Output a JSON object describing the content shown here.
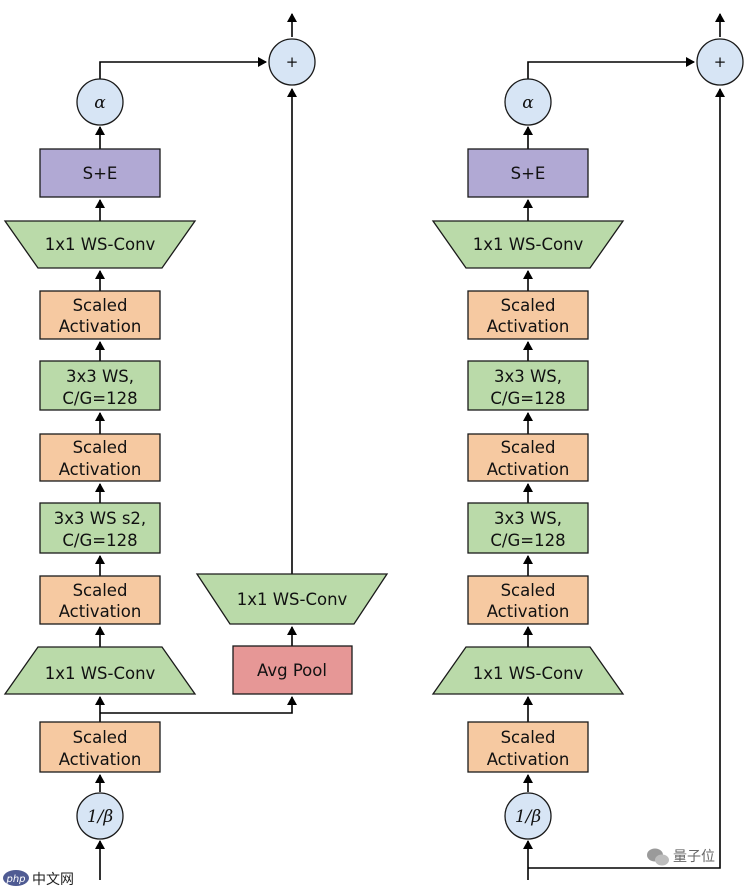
{
  "labels": {
    "se": "S+E",
    "conv1x1": "1x1 WS-Conv",
    "scaled": "Scaled",
    "activation": "Activation",
    "conv3x3_l1": "3x3 WS,",
    "conv3x3_l2": "C/G=128",
    "conv3x3s2_l1": "3x3 WS s2,",
    "conv3x3s2_l2": "C/G=128",
    "avg_pool": "Avg Pool",
    "alpha": "α",
    "inv_beta": "1/β",
    "plus": "+"
  },
  "colors": {
    "se": "#b1a9d4",
    "conv": "#badaa9",
    "activation": "#f6c9a1",
    "pool": "#e69796",
    "circle": "#d7e5f5"
  },
  "watermark": {
    "left": "中文网",
    "left_logo": "php",
    "right": "量子位"
  }
}
